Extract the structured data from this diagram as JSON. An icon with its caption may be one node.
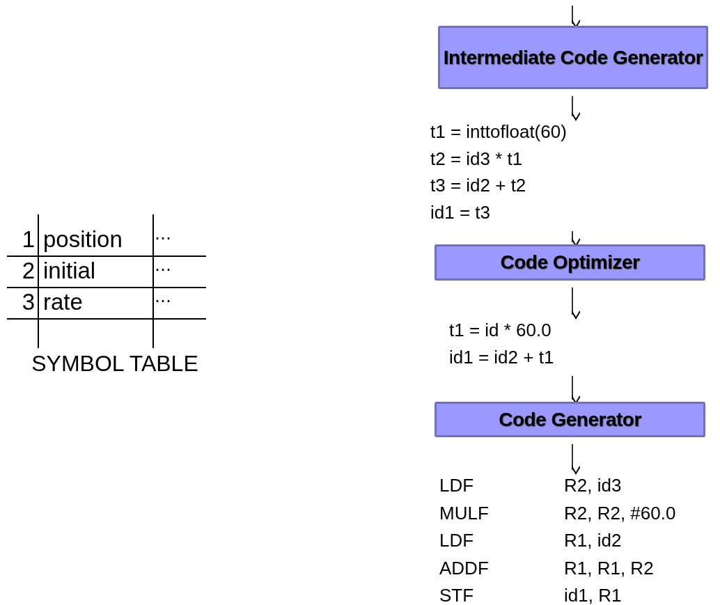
{
  "diagram": {
    "nodes": [
      {
        "text": [
          "Intermediate Code Generator"
        ]
      },
      {
        "text": [
          "t1 = inttofloat(60)",
          "t2 = id3 * t1",
          "t3 = id2 + t2",
          "id1 = t3"
        ]
      },
      {
        "text": [
          "Code Optimizer"
        ]
      },
      {
        "text": [
          "t1 = id * 60.0",
          "id1 = id2 + t1"
        ]
      },
      {
        "text": [
          "Code Generator"
        ]
      },
      {
        "text": [
          "LDF",
          "R2, id3",
          "MULF",
          "R2, R2, #60.0",
          "LDF",
          "R1, id2",
          "ADDF",
          "R1, R1, R2",
          "STF",
          "id1, R1"
        ]
      }
    ],
    "edges": [
      {
        "from": null,
        "to": 0,
        "arrow": "to"
      },
      {
        "from": 0,
        "to": 1,
        "arrow": "to"
      },
      {
        "from": 1,
        "to": 2,
        "arrow": "to"
      },
      {
        "from": 2,
        "to": 3,
        "arrow": "to"
      },
      {
        "from": 3,
        "to": 4,
        "arrow": "to"
      },
      {
        "from": 4,
        "to": 5,
        "arrow": "to"
      }
    ],
    "labels": [
      "1",
      "position",
      "⋯",
      "2",
      "initial",
      "⋯",
      "3",
      "rate",
      "⋯",
      "SYMBOL TABLE"
    ]
  }
}
